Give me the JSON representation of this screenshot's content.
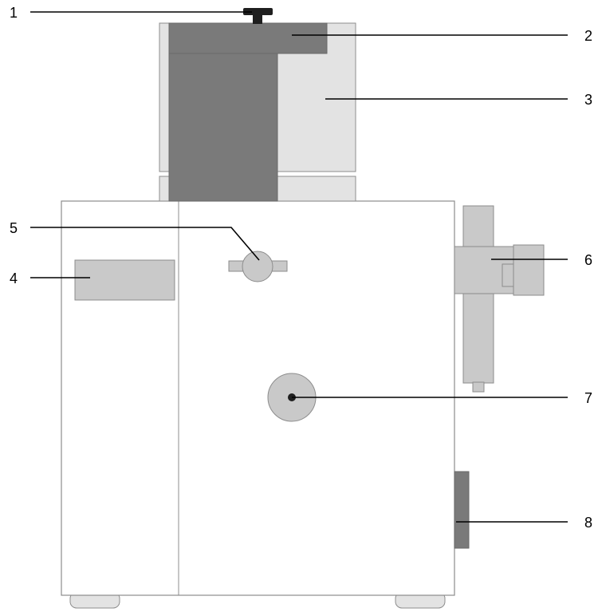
{
  "callouts": [
    {
      "number": "1"
    },
    {
      "number": "2"
    },
    {
      "number": "3"
    },
    {
      "number": "4"
    },
    {
      "number": "5"
    },
    {
      "number": "6"
    },
    {
      "number": "7"
    },
    {
      "number": "8"
    }
  ],
  "colors": {
    "background": "#ffffff",
    "outline": "#8c8c8c",
    "light_panel": "#e3e3e3",
    "mid_grey": "#c9c9c9",
    "dark_grey": "#7a7a7a",
    "knob": "#1f1f1f",
    "leader_line": "#000000"
  }
}
